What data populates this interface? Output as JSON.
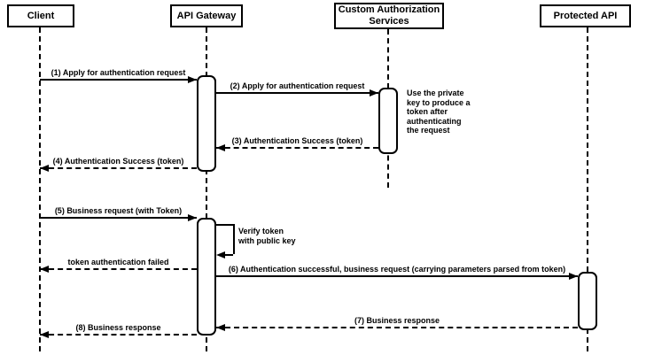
{
  "diagram": {
    "title": "API Gateway token authentication sequence diagram",
    "colors": {
      "line": "#000000",
      "background": "#ffffff",
      "text": "#000000"
    },
    "actors": [
      {
        "id": "client",
        "label": "Client"
      },
      {
        "id": "api-gateway",
        "label": "API Gateway"
      },
      {
        "id": "custom-authorization-services",
        "label": "Custom Authorization Services"
      },
      {
        "id": "protected-api",
        "label": "Protected API"
      }
    ],
    "messages": [
      {
        "label": "(1) Apply for authentication request",
        "from": "Client",
        "to": "API Gateway",
        "line": "solid",
        "direction": "right"
      },
      {
        "label": "(2) Apply for authentication request",
        "from": "API Gateway",
        "to": "Custom Authorization Services",
        "line": "solid",
        "direction": "right"
      },
      {
        "label": "(3) Authentication Success (token)",
        "from": "Custom Authorization Services",
        "to": "API Gateway",
        "line": "dashed",
        "direction": "left"
      },
      {
        "label": "(4) Authentication Success (token)",
        "from": "API Gateway",
        "to": "Client",
        "line": "dashed",
        "direction": "left"
      },
      {
        "label": "(5) Business request (with Token)",
        "from": "Client",
        "to": "API Gateway",
        "line": "solid",
        "direction": "right"
      },
      {
        "label": "token authentication failed",
        "from": "API Gateway",
        "to": "Client",
        "line": "dashed",
        "direction": "left"
      },
      {
        "label": "(6) Authentication successful, business request (carrying parameters parsed from token)",
        "from": "API Gateway",
        "to": "Protected API",
        "line": "solid",
        "direction": "right"
      },
      {
        "label": "(7) Business response",
        "from": "Protected API",
        "to": "API Gateway",
        "line": "dashed",
        "direction": "left"
      },
      {
        "label": "(8) Business response",
        "from": "API Gateway",
        "to": "Client",
        "line": "dashed",
        "direction": "left"
      }
    ],
    "self_message": {
      "actor": "API Gateway",
      "label": "Verify token\nwith public key"
    },
    "note": {
      "anchor": "Custom Authorization Services",
      "text": "Use the private\nkey to produce a\ntoken after\nauthenticating\nthe request"
    }
  }
}
